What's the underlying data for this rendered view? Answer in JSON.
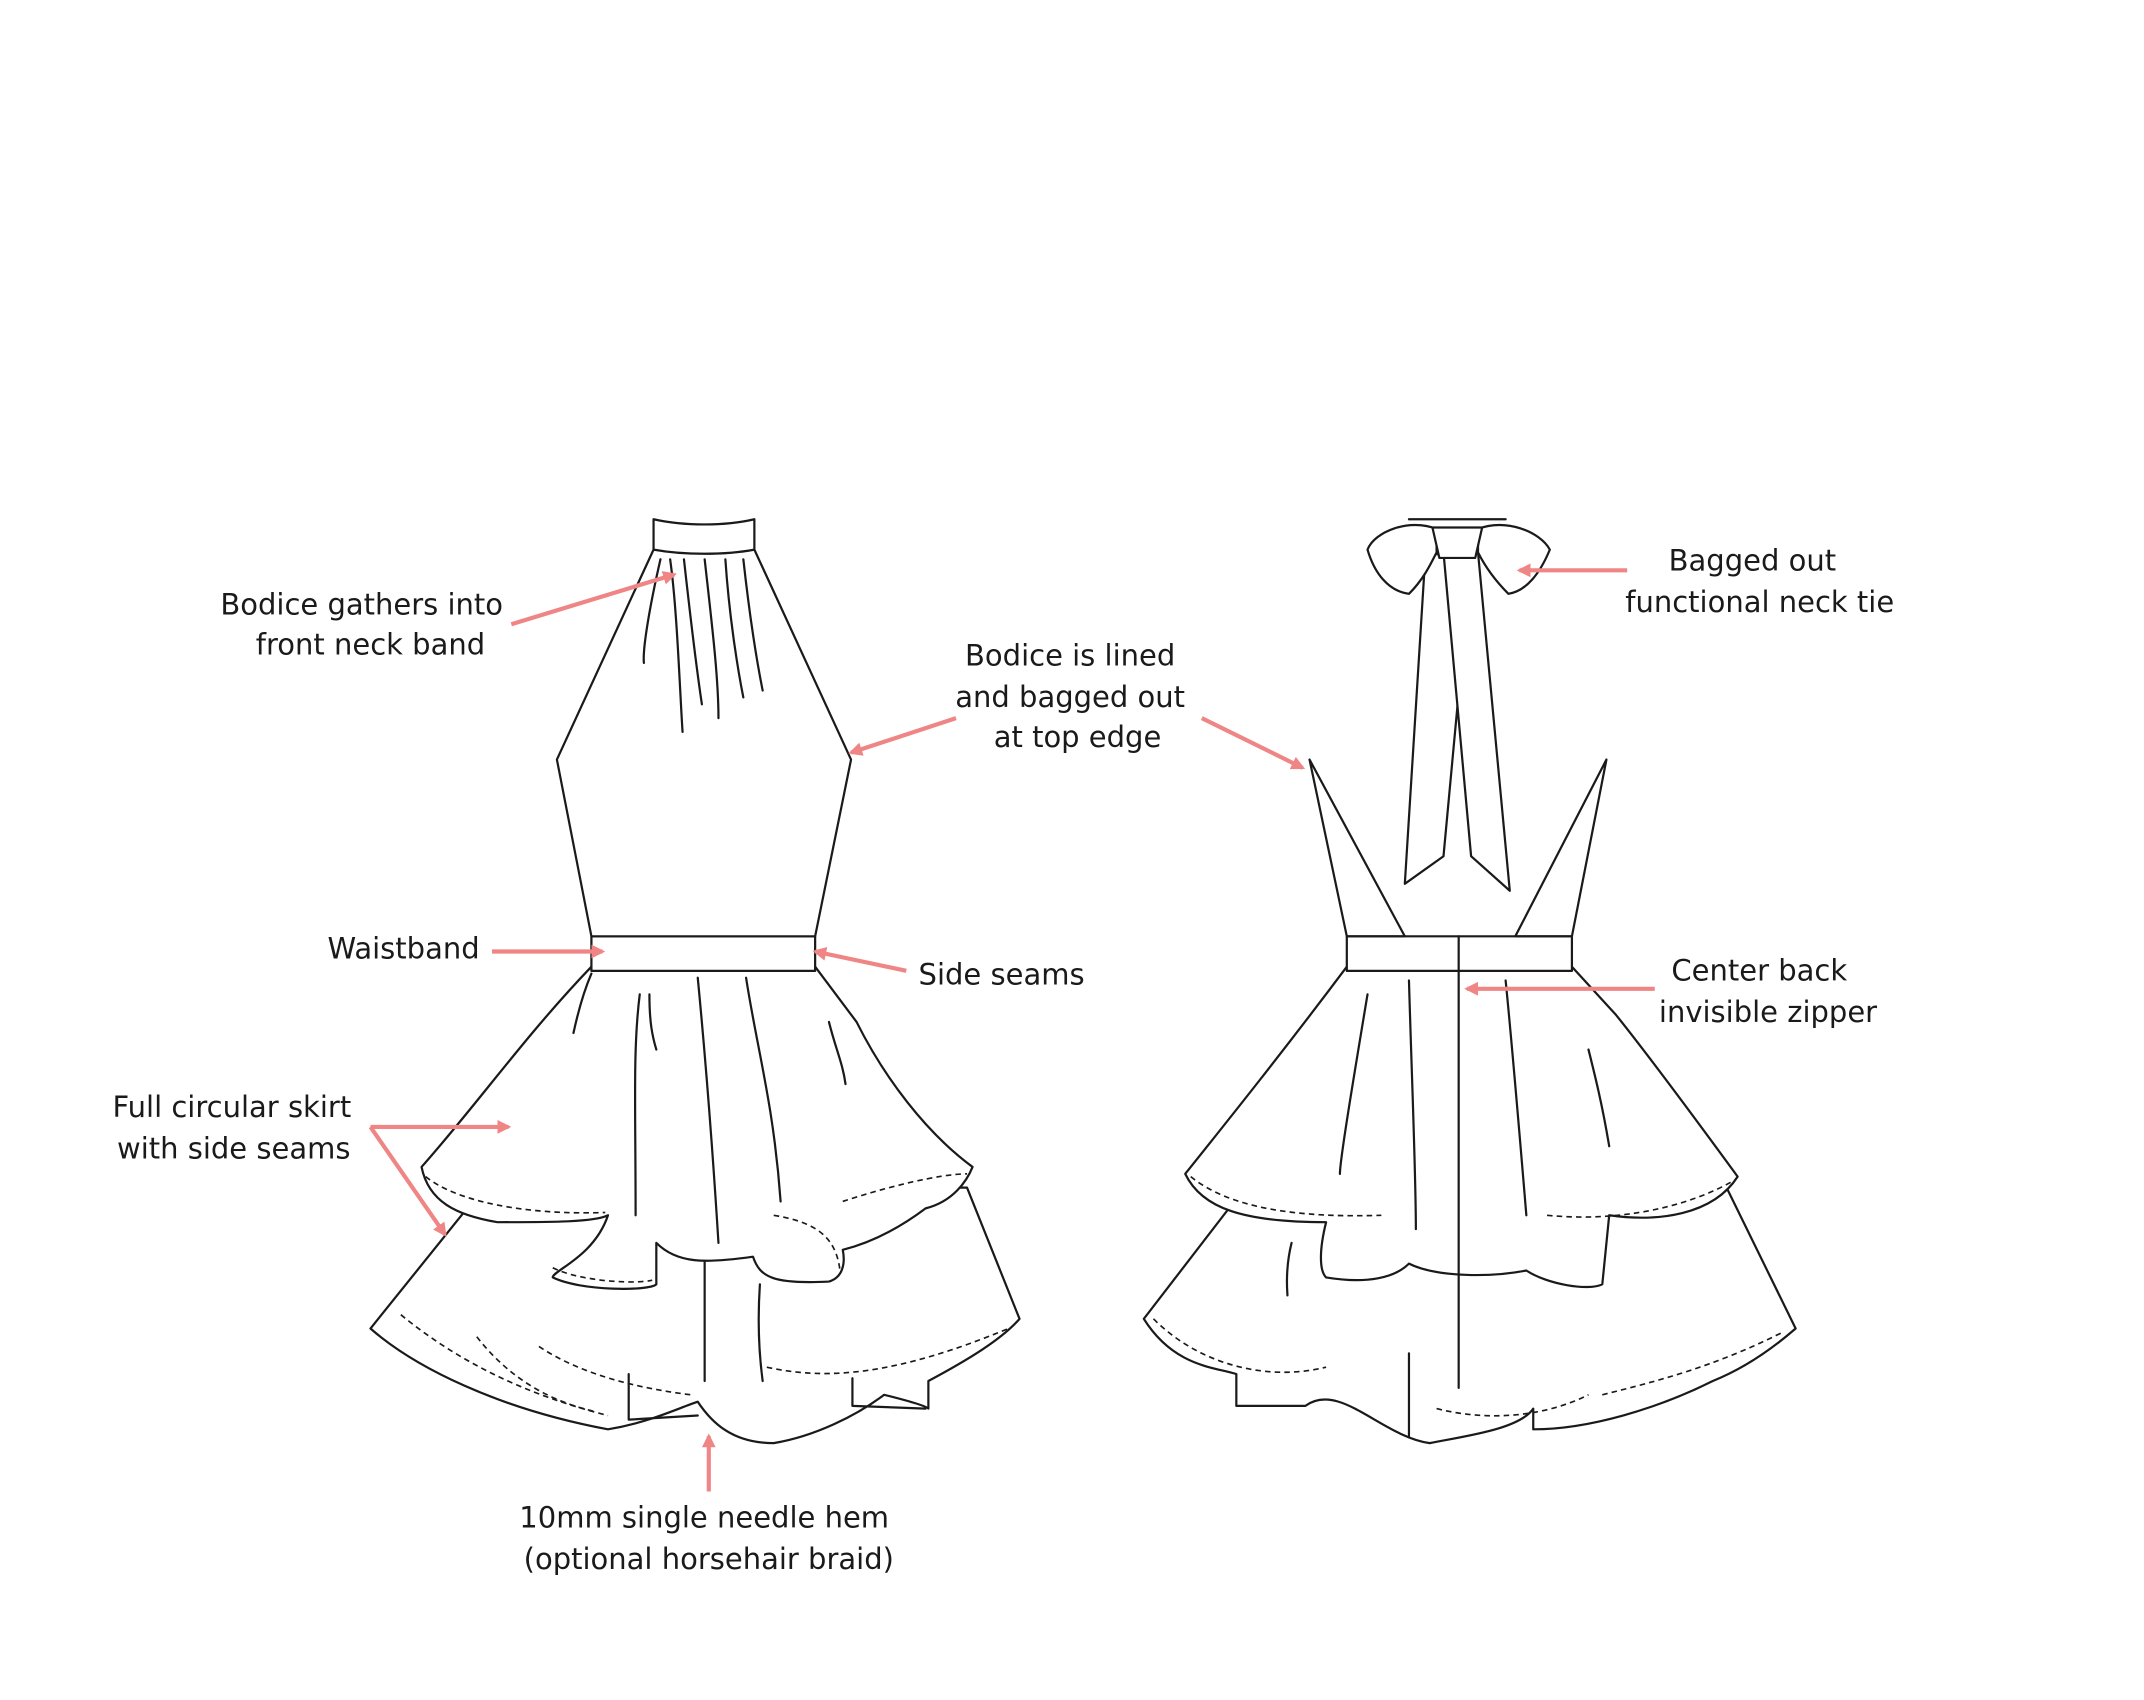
{
  "colors": {
    "annotation": "#f08585",
    "outline": "#1a1a1a",
    "background": "#ffffff"
  },
  "labels": {
    "bodice_gathers": [
      "Bodice gathers into",
      "front neck band"
    ],
    "bodice_lined": [
      "Bodice is lined",
      "and bagged out",
      "at top edge"
    ],
    "neck_tie": [
      "Bagged out",
      "functional neck tie"
    ],
    "waistband": [
      "Waistband"
    ],
    "side_seams": [
      "Side seams"
    ],
    "zipper": [
      "Center back",
      "invisible zipper"
    ],
    "circular_skirt": [
      "Full circular skirt",
      "with side seams"
    ],
    "hem": [
      "10mm single needle hem",
      "(optional horsehair braid)"
    ]
  }
}
